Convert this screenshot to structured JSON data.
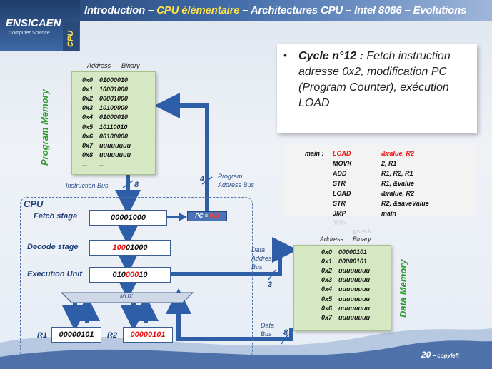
{
  "header": {
    "title_parts": [
      "Introduction – ",
      "CPU élémentaire",
      " – Architectures CPU – Intel 8086 – Evolutions"
    ],
    "logo": "ENSICAEN",
    "logo_sub": "Computer Science",
    "cpu_tab": "CPU"
  },
  "program_memory": {
    "title": "Program Memory",
    "header_address": "Address",
    "header_binary": "Binary",
    "rows": [
      {
        "addr": "0x0",
        "value": "01000010"
      },
      {
        "addr": "0x1",
        "value": "10001000"
      },
      {
        "addr": "0x2",
        "value": "00001000"
      },
      {
        "addr": "0x3",
        "value": "10100000"
      },
      {
        "addr": "0x4",
        "value": "01000010"
      },
      {
        "addr": "0x5",
        "value": "10110010"
      },
      {
        "addr": "0x6",
        "value": "00100000"
      },
      {
        "addr": "0x7",
        "value": "uuuuuuuu"
      },
      {
        "addr": "0x8",
        "value": "uuuuuuuu"
      },
      {
        "addr": "...",
        "value": "..."
      }
    ]
  },
  "data_memory": {
    "title": "Data Memory",
    "header_address": "Address",
    "header_binary": "Binary",
    "rows": [
      {
        "addr": "0x0",
        "value": "00000101"
      },
      {
        "addr": "0x1",
        "value": "00000101"
      },
      {
        "addr": "0x2",
        "value": "uuuuuuuu"
      },
      {
        "addr": "0x3",
        "value": "uuuuuuuu"
      },
      {
        "addr": "0x4",
        "value": "uuuuuuuu"
      },
      {
        "addr": "0x5",
        "value": "uuuuuuuu"
      },
      {
        "addr": "0x6",
        "value": "uuuuuuuu"
      },
      {
        "addr": "0x7",
        "value": "uuuuuuuu"
      }
    ]
  },
  "buses": {
    "instruction_bus": "Instruction Bus",
    "instruction_bus_width": "8",
    "program_address_bus": "Program Address Bus",
    "program_address_bus_width": "4",
    "data_address_bus": "Data Address Bus",
    "data_address_bus_width": "3",
    "data_bus": "Data Bus",
    "data_bus_width": "8"
  },
  "cpu": {
    "label": "CPU",
    "fetch_label": "Fetch stage",
    "fetch_value": "00001000",
    "pc_prefix": "PC = ",
    "pc_value": "0x3",
    "decode_label": "Decode stage",
    "decode_red": "100",
    "decode_rest": "01000",
    "exec_label": "Execution Unit",
    "exec_black1": "010",
    "exec_red": "000",
    "exec_black2": "10",
    "mux_label": "MUX",
    "r1_label": "R1",
    "r1_value": "00000101",
    "r2_label": "R2",
    "r2_value": "00000101"
  },
  "cycle": {
    "bullet": "•",
    "title": "Cycle n°12 :",
    "text": " Fetch instruction adresse 0x2, modification PC (Program Counter), exécution LOAD"
  },
  "code": {
    "label": "main :",
    "lines": [
      {
        "op": "LOAD",
        "args": "&value, R2",
        "highlight": true
      },
      {
        "op": "MOVK",
        "args": "2, R1",
        "highlight": false
      },
      {
        "op": "ADD",
        "args": "R1, R2, R1",
        "highlight": false
      },
      {
        "op": "STR",
        "args": "R1, &value",
        "highlight": false
      },
      {
        "op": "LOAD",
        "args": "&value, R2",
        "highlight": false
      },
      {
        "op": "STR",
        "args": "R2, &saveValue",
        "highlight": false
      },
      {
        "op": "JMP",
        "args": "main",
        "highlight": false
      }
    ]
  },
  "footer": {
    "page": "20",
    "sep": " – ",
    "note": "copyleft"
  },
  "colors": {
    "accent_red": "#e11111",
    "accent_blue": "#2f5ea8",
    "memory_green": "#d6e7c3",
    "title_yellow": "#ffe14a"
  }
}
